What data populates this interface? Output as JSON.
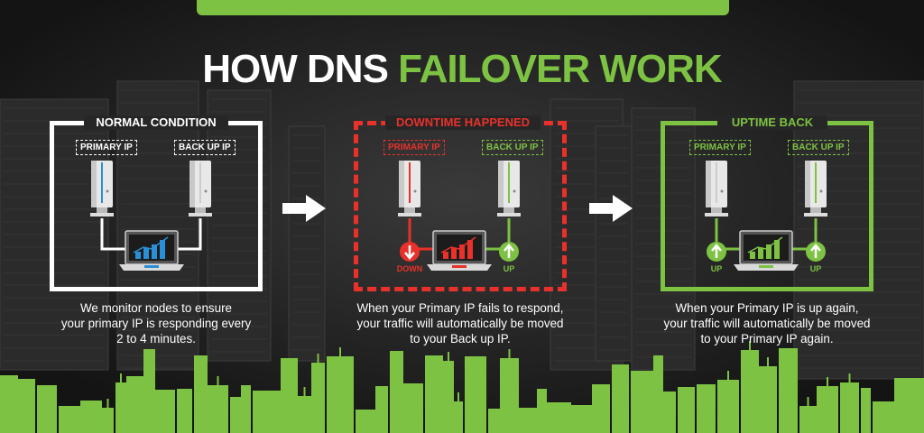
{
  "title": {
    "prefix": "HOW DNS ",
    "highlight": "FAILOVER WORK"
  },
  "colors": {
    "green": "#7dc243",
    "red": "#e8312b",
    "white": "#ffffff",
    "dark": "#262626"
  },
  "panels": [
    {
      "label": "NORMAL CONDITION",
      "primary_tag": "PRIMARY IP",
      "backup_tag": "BACK UP IP",
      "caption": [
        "We monitor nodes to ensure",
        "your primary IP is responding every",
        "2 to 4 minutes."
      ],
      "chart_color": "blue"
    },
    {
      "label": "DOWNTIME HAPPENED",
      "primary_tag": "PRIMARY IP",
      "backup_tag": "BACK UP IP",
      "left_status": "DOWN",
      "right_status": "UP",
      "caption": [
        "When your Primary IP fails to respond,",
        "your traffic will automatically be moved",
        "to your Back up IP."
      ],
      "chart_color": "red"
    },
    {
      "label": "UPTIME BACK",
      "primary_tag": "PRIMARY IP",
      "backup_tag": "BACK UP IP",
      "left_status": "UP",
      "right_status": "UP",
      "caption": [
        "When your Primary IP is up again,",
        "your traffic will automatically be moved",
        "to your Primary IP again."
      ],
      "chart_color": "green"
    }
  ]
}
